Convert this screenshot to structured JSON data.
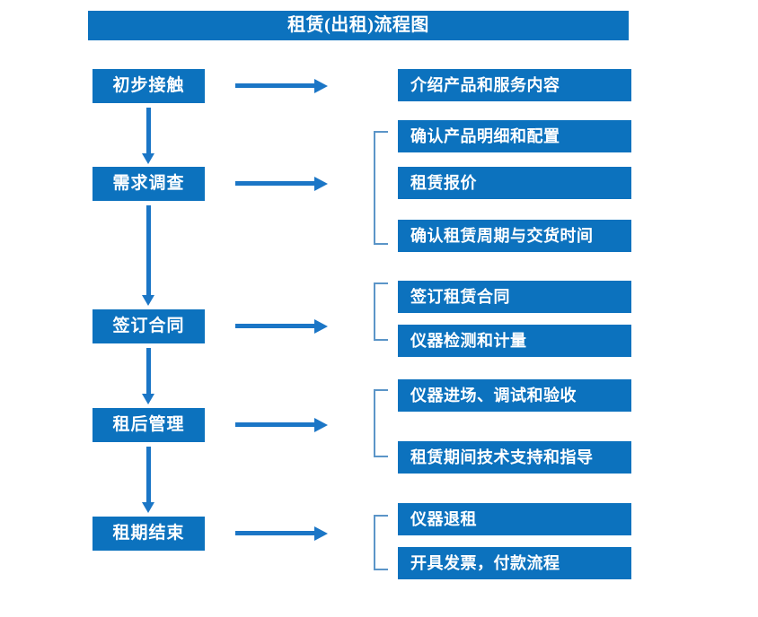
{
  "title": "租赁(出租)流程图",
  "colors": {
    "box_fill": "#0C72BE",
    "box_text": "#FFFFFF",
    "arrow": "#1B76C6",
    "bracket": "#5B95C8",
    "background": "#FFFFFF"
  },
  "stages": [
    {
      "label": "初步接触"
    },
    {
      "label": "需求调查"
    },
    {
      "label": "签订合同"
    },
    {
      "label": "租后管理"
    },
    {
      "label": "租期结束"
    }
  ],
  "details": [
    {
      "label": "介绍产品和服务内容"
    },
    {
      "label": "确认产品明细和配置"
    },
    {
      "label": "租赁报价"
    },
    {
      "label": "确认租赁周期与交货时间"
    },
    {
      "label": "签订租赁合同"
    },
    {
      "label": "仪器检测和计量"
    },
    {
      "label": "仪器进场、调试和验收"
    },
    {
      "label": "租赁期间技术支持和指导"
    },
    {
      "label": "仪器退租"
    },
    {
      "label": "开具发票，付款流程"
    }
  ],
  "chart_data": {
    "type": "diagram",
    "title": "租赁(出租)流程图",
    "orientation": "vertical-then-branch-right",
    "nodes": [
      {
        "id": "s1",
        "label": "初步接触",
        "column": "stage",
        "outputs": [
          "介绍产品和服务内容"
        ]
      },
      {
        "id": "s2",
        "label": "需求调查",
        "column": "stage",
        "outputs": [
          "确认产品明细和配置",
          "租赁报价",
          "确认租赁周期与交货时间"
        ]
      },
      {
        "id": "s3",
        "label": "签订合同",
        "column": "stage",
        "outputs": [
          "签订租赁合同",
          "仪器检测和计量"
        ]
      },
      {
        "id": "s4",
        "label": "租后管理",
        "column": "stage",
        "outputs": [
          "仪器进场、调试和验收",
          "租赁期间技术支持和指导"
        ]
      },
      {
        "id": "s5",
        "label": "租期结束",
        "column": "stage",
        "outputs": [
          "仪器退租",
          "开具发票，付款流程"
        ]
      }
    ],
    "edges": [
      {
        "from": "s1",
        "to": "s2",
        "type": "down-arrow"
      },
      {
        "from": "s2",
        "to": "s3",
        "type": "down-arrow"
      },
      {
        "from": "s3",
        "to": "s4",
        "type": "down-arrow"
      },
      {
        "from": "s4",
        "to": "s5",
        "type": "down-arrow"
      },
      {
        "from": "s1",
        "to": "detail-group-1",
        "type": "right-arrow"
      },
      {
        "from": "s2",
        "to": "detail-group-2",
        "type": "right-arrow"
      },
      {
        "from": "s3",
        "to": "detail-group-3",
        "type": "right-arrow"
      },
      {
        "from": "s4",
        "to": "detail-group-4",
        "type": "right-arrow"
      },
      {
        "from": "s5",
        "to": "detail-group-5",
        "type": "right-arrow"
      }
    ]
  }
}
